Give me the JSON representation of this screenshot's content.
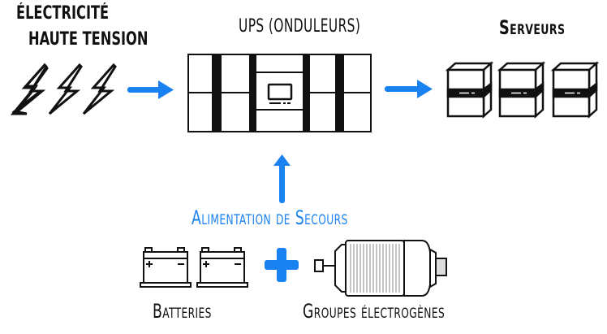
{
  "labels": {
    "source": [
      "Électricité",
      "haute tension"
    ],
    "ups": "UPS (onduleurs)",
    "servers": "Serveurs",
    "backup": "Alimentation de Secours",
    "batteries": "Batteries",
    "generators": "Groupes électrogènes"
  },
  "colors": {
    "accent": "#1a82f0",
    "ink": "#111111"
  },
  "icons": {
    "lightning": "lightning-bolt-icon",
    "ups": "ups-cabinet-icon",
    "server": "server-icon",
    "battery": "battery-icon",
    "generator": "generator-icon",
    "plus": "plus-icon",
    "arrow": "arrow-icon"
  }
}
